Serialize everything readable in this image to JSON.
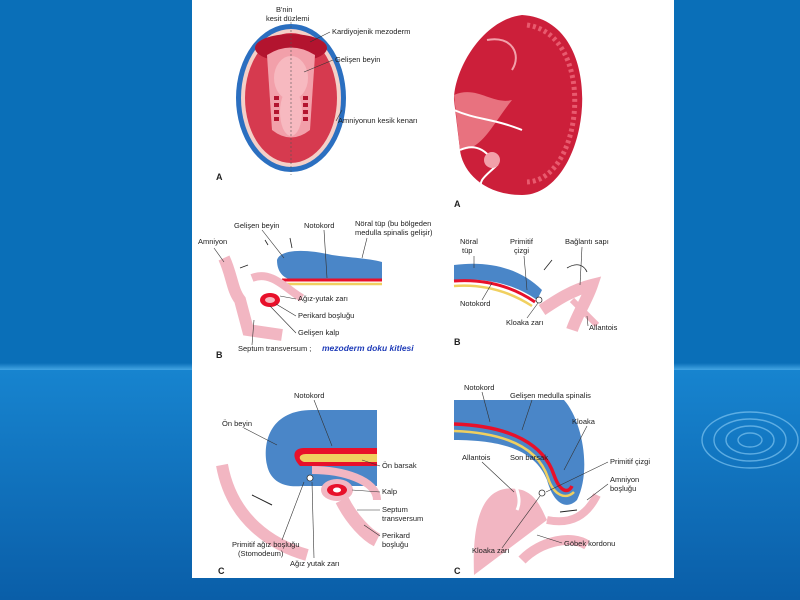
{
  "colors": {
    "background": "#0a6fb8",
    "ectoderm": "#4a86c8",
    "mesoderm": "#e8102a",
    "endoderm": "#f0d060",
    "embryo": "#d63a4f",
    "amnion": "#f3c6d0"
  },
  "panels": {
    "top_left": {
      "letter": "A",
      "labels": [
        "B'nin",
        "kesit düzlemi",
        "Kardiyojenik mezoderm",
        "Gelişen beyin",
        "Amniyonun kesik kenarı"
      ]
    },
    "top_right": {
      "letter": "A"
    },
    "mid_left": {
      "letter": "B",
      "labels": [
        "Gelişen beyin",
        "Notokord",
        "Nöral tüp (bu bölgeden",
        "medulla spinalis gelişir)",
        "Amniyon",
        "Ağız-yutak zarı",
        "Perikard boşluğu",
        "Gelişen kalp",
        "Septum transversum ;"
      ],
      "handwritten": "mezoderm doku kitlesi"
    },
    "mid_right": {
      "letter": "B",
      "labels": [
        "Nöral",
        "tüp",
        "Primitif",
        "çizgi",
        "Bağlantı sapı",
        "Notokord",
        "Kloaka zarı",
        "Allantois"
      ]
    },
    "bottom_left": {
      "letter": "C",
      "labels": [
        "Notokord",
        "Ön beyin",
        "Ön barsak",
        "Kalp",
        "Septum",
        "transversum",
        "Perikard",
        "boşluğu",
        "Primitif ağız boşluğu",
        "(Stomodeum)",
        "Ağız yutak zarı"
      ]
    },
    "bottom_right": {
      "letter": "C",
      "labels": [
        "Notokord",
        "Gelişen medulla spinalis",
        "Kloaka",
        "Allantois",
        "Son barsak",
        "Primitif çizgi",
        "Amniyon",
        "boşluğu",
        "Kloaka zarı",
        "Göbek kordonu"
      ]
    }
  }
}
